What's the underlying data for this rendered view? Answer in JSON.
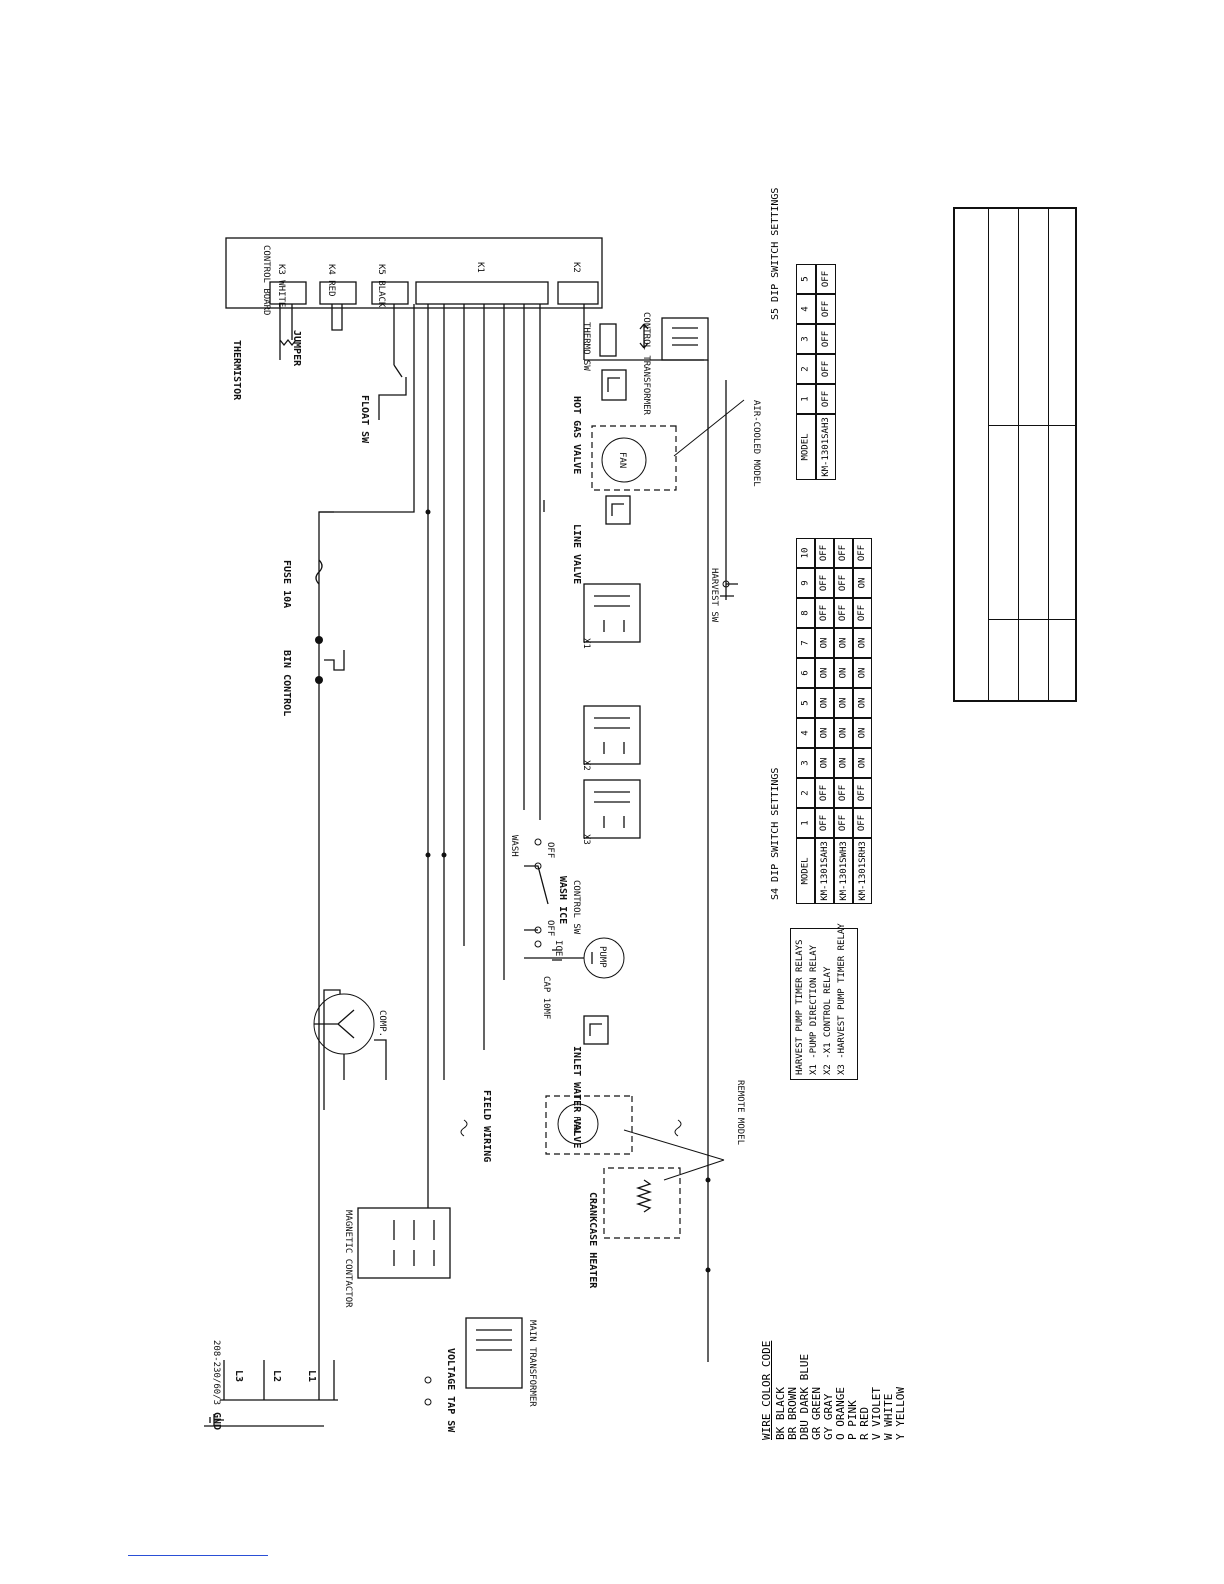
{
  "labels": {
    "control_board": "CONTROL BOARD",
    "k3": "K3 WHITE",
    "k4": "K4 RED",
    "k5": "K5 BLACK",
    "k1": "K1",
    "k2": "K2",
    "thermistor": "THERMISTOR",
    "jumper": "JUMPER",
    "float_sw": "FLOAT SW",
    "control_transformer": "CONTROL TRANSFORMER",
    "thermostat_switch": "THERMO SW",
    "hot_gas_valve": "HOT GAS VALVE",
    "fan_motor_top": "FAN",
    "air_cooled_model": "AIR-COOLED MODEL",
    "line_valve": "LINE VALVE",
    "fuse": "FUSE 10A",
    "bin_control": "BIN CONTROL",
    "harvest_sw": "HARVEST SW",
    "x1": "X1",
    "x2": "X2",
    "x3": "X3",
    "wash_ice": "WASH ICE",
    "control_sw": "CONTROL SW",
    "off1": "OFF",
    "off2": "OFF",
    "ice": "ICE",
    "wash": "WASH",
    "pump": "PUMP",
    "cap": "CAP 10MF",
    "comp": "COMP.",
    "inlet_water_valve": "INLET WATER VALVE",
    "field_wiring": "FIELD WIRING",
    "fan_remote": "FAN",
    "remote_model": "REMOTE MODEL",
    "crankcase_heater": "CRANKCASE HEATER",
    "magnetic_contactor": "MAGNETIC CONTACTOR",
    "voltage_tap_sw": "VOLTAGE TAP SW",
    "main_transformer": "MAIN TRANSFORMER",
    "supply": "208-230/60/3",
    "gnd": "GND",
    "l1": "L1",
    "l2": "L2",
    "l3": "L3"
  },
  "s5": {
    "title": "S5 DIP SWITCH SETTINGS",
    "headers": [
      "MODEL",
      "1",
      "2",
      "3",
      "4",
      "5"
    ],
    "rows": [
      [
        "KM-1301SAH3",
        "OFF",
        "OFF",
        "OFF",
        "OFF",
        "OFF"
      ]
    ]
  },
  "s4": {
    "title": "S4 DIP SWITCH SETTINGS",
    "headers": [
      "MODEL",
      "1",
      "2",
      "3",
      "4",
      "5",
      "6",
      "7",
      "8",
      "9",
      "10"
    ],
    "rows": [
      [
        "KM-1301SAH3",
        "OFF",
        "OFF",
        "ON",
        "ON",
        "ON",
        "ON",
        "ON",
        "OFF",
        "OFF",
        "OFF"
      ],
      [
        "KM-1301SWH3",
        "OFF",
        "OFF",
        "ON",
        "ON",
        "ON",
        "ON",
        "ON",
        "OFF",
        "OFF",
        "OFF"
      ],
      [
        "KM-1301SRH3",
        "OFF",
        "OFF",
        "ON",
        "ON",
        "ON",
        "ON",
        "ON",
        "OFF",
        "ON",
        "OFF"
      ]
    ]
  },
  "relays": {
    "title": "HARVEST PUMP TIMER RELAYS",
    "items": [
      "X1 -PUMP DIRECTION RELAY",
      "X2 -X1 CONTROL RELAY",
      "X3 -HARVEST PUMP TIMER RELAY"
    ]
  },
  "color_code": {
    "title": "WIRE COLOR CODE",
    "items": [
      "BK  BLACK",
      "BR  BROWN",
      "DBU DARK BLUE",
      "GR  GREEN",
      "GY  GRAY",
      "O   ORANGE",
      "P   PINK",
      "R   RED",
      "V   VIOLET",
      "W   WHITE",
      "Y   YELLOW"
    ]
  }
}
